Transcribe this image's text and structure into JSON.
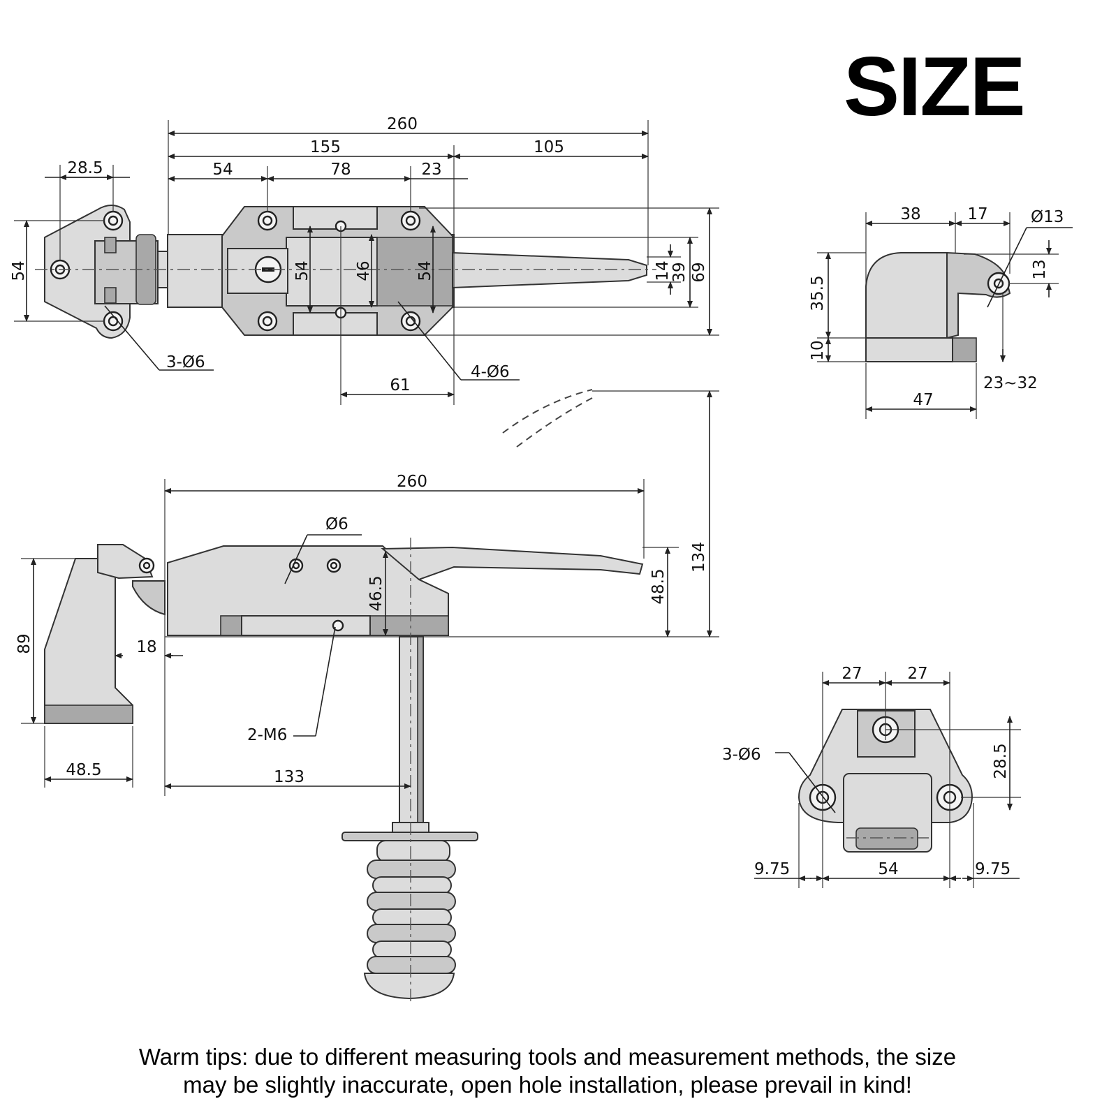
{
  "title": "SIZE",
  "tips": {
    "line1": "Warm tips: due to different measuring tools and measurement methods, the size",
    "line2": "may be slightly inaccurate, open hole installation, please prevail in kind!"
  },
  "top_view": {
    "overall_length": "260",
    "body_length": "155",
    "handle_length": "105",
    "hole_offset": "54",
    "hole_spacing": "78",
    "hole_end": "23",
    "hinge_width": "28.5",
    "hinge_height": "54",
    "body_height_a": "54",
    "body_height_b": "46",
    "body_height_c": "54",
    "handle_tip": "14",
    "handle_mid": "39",
    "handle_max": "69",
    "hinge_holes": "3-Ø6",
    "body_holes": "4-Ø6",
    "slot_offset": "61"
  },
  "side_view": {
    "overall_length": "260",
    "pin_hole": "Ø6",
    "body_height": "46.5",
    "handle_height": "48.5",
    "total_height": "134",
    "keeper_height": "89",
    "gap": "18",
    "threads": "2-M6",
    "keeper_width": "48.5",
    "plunger_offset": "133"
  },
  "keeper_view": {
    "width_a": "38",
    "width_b": "17",
    "hole_dia": "Ø13",
    "height": "35.5",
    "hole_offset": "13",
    "base_height": "10",
    "adjust_range": "23~32",
    "base_width": "47"
  },
  "hinge_view": {
    "half_a": "27",
    "half_b": "27",
    "holes": "3-Ø6",
    "hole_height": "28.5",
    "margin_left": "9.75",
    "hole_spacing": "54",
    "margin_right": "9.75"
  }
}
